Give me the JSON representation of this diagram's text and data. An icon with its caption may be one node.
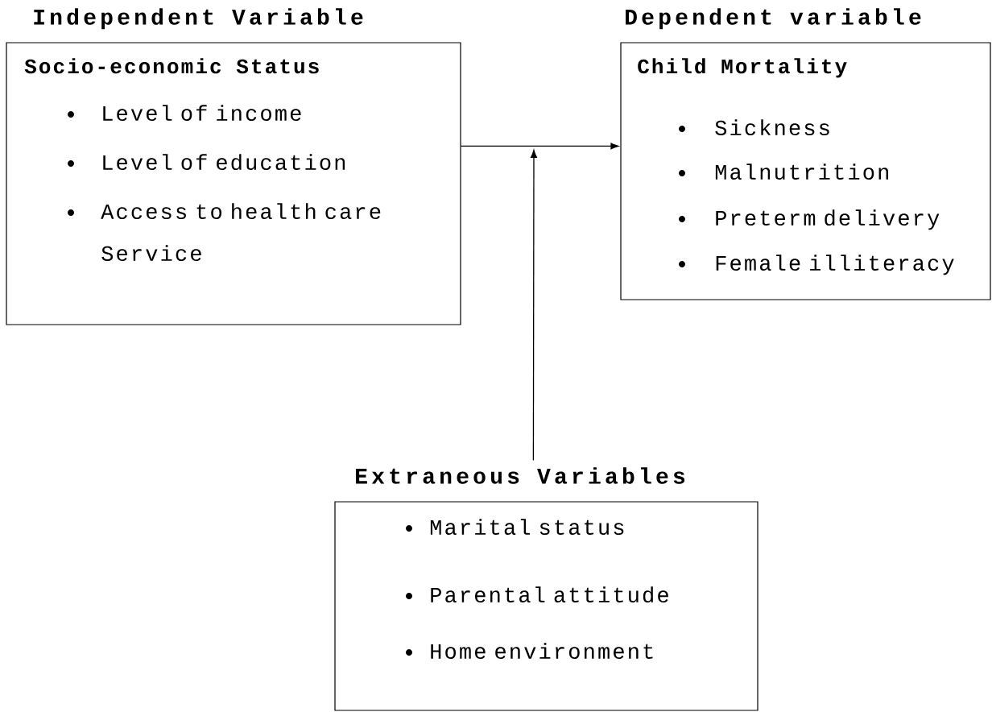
{
  "diagram": {
    "nodes": [
      {
        "text": [
          "Independent Variable",
          "Socio-economic Status",
          "Level of income",
          "Level of education",
          "Access to health care Service"
        ]
      },
      {
        "text": [
          "Dependent variable",
          "Child Mortality",
          "Sickness",
          "Malnutrition",
          "Preterm delivery",
          "Female illiteracy"
        ]
      },
      {
        "text": [
          "Extraneous Variables",
          "Marital status",
          "Parental attitude",
          "Home environment"
        ]
      }
    ],
    "edges": [
      {
        "from": 0,
        "to": 1,
        "arrow": "to"
      },
      {
        "from": 2,
        "to": null,
        "arrow": "to"
      }
    ]
  }
}
